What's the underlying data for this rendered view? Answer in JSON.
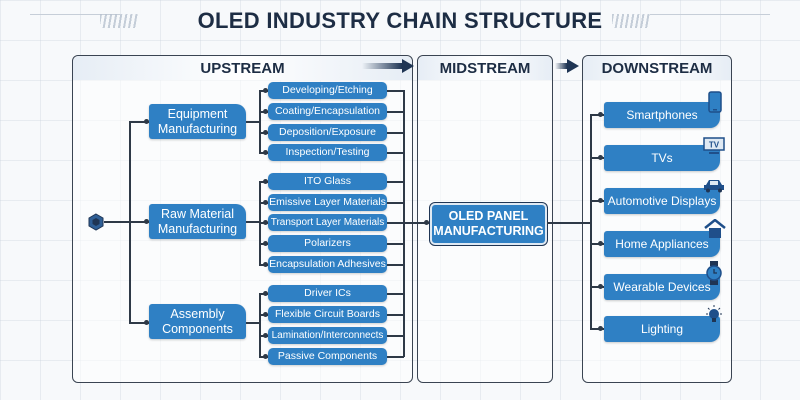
{
  "title": "OLED INDUSTRY CHAIN STRUCTURE",
  "sections": {
    "upstream": "UPSTREAM",
    "midstream": "MIDSTREAM",
    "downstream": "DOWNSTREAM"
  },
  "upstream": {
    "root_icon": "hexagon-icon",
    "categories": [
      {
        "label": "Equipment Manufacturing",
        "items": [
          "Developing/Etching",
          "Coating/Encapsulation",
          "Deposition/Exposure",
          "Inspection/Testing"
        ]
      },
      {
        "label": "Raw Material Manufacturing",
        "items": [
          "ITO Glass",
          "Emissive Layer Materials",
          "Transport Layer Materials",
          "Polarizers",
          "Encapsulation Adhesives"
        ]
      },
      {
        "label": "Assembly Components",
        "items": [
          "Driver ICs",
          "Flexible Circuit Boards",
          "Lamination/Interconnects",
          "Passive Components"
        ]
      }
    ]
  },
  "midstream": {
    "label": "OLED PANEL MANUFACTURING"
  },
  "downstream": {
    "items": [
      {
        "label": "Smartphones",
        "icon": "smartphone-icon"
      },
      {
        "label": "TVs",
        "icon": "tv-icon",
        "icon_text": "TV"
      },
      {
        "label": "Automotive Displays",
        "icon": "car-icon"
      },
      {
        "label": "Home Appliances",
        "icon": "house-icon"
      },
      {
        "label": "Wearable Devices",
        "icon": "watch-icon"
      },
      {
        "label": "Lighting",
        "icon": "lightbulb-icon"
      }
    ]
  },
  "colors": {
    "box_blue": "#2f80c4",
    "navy": "#1f3554",
    "line": "#2e3947"
  }
}
